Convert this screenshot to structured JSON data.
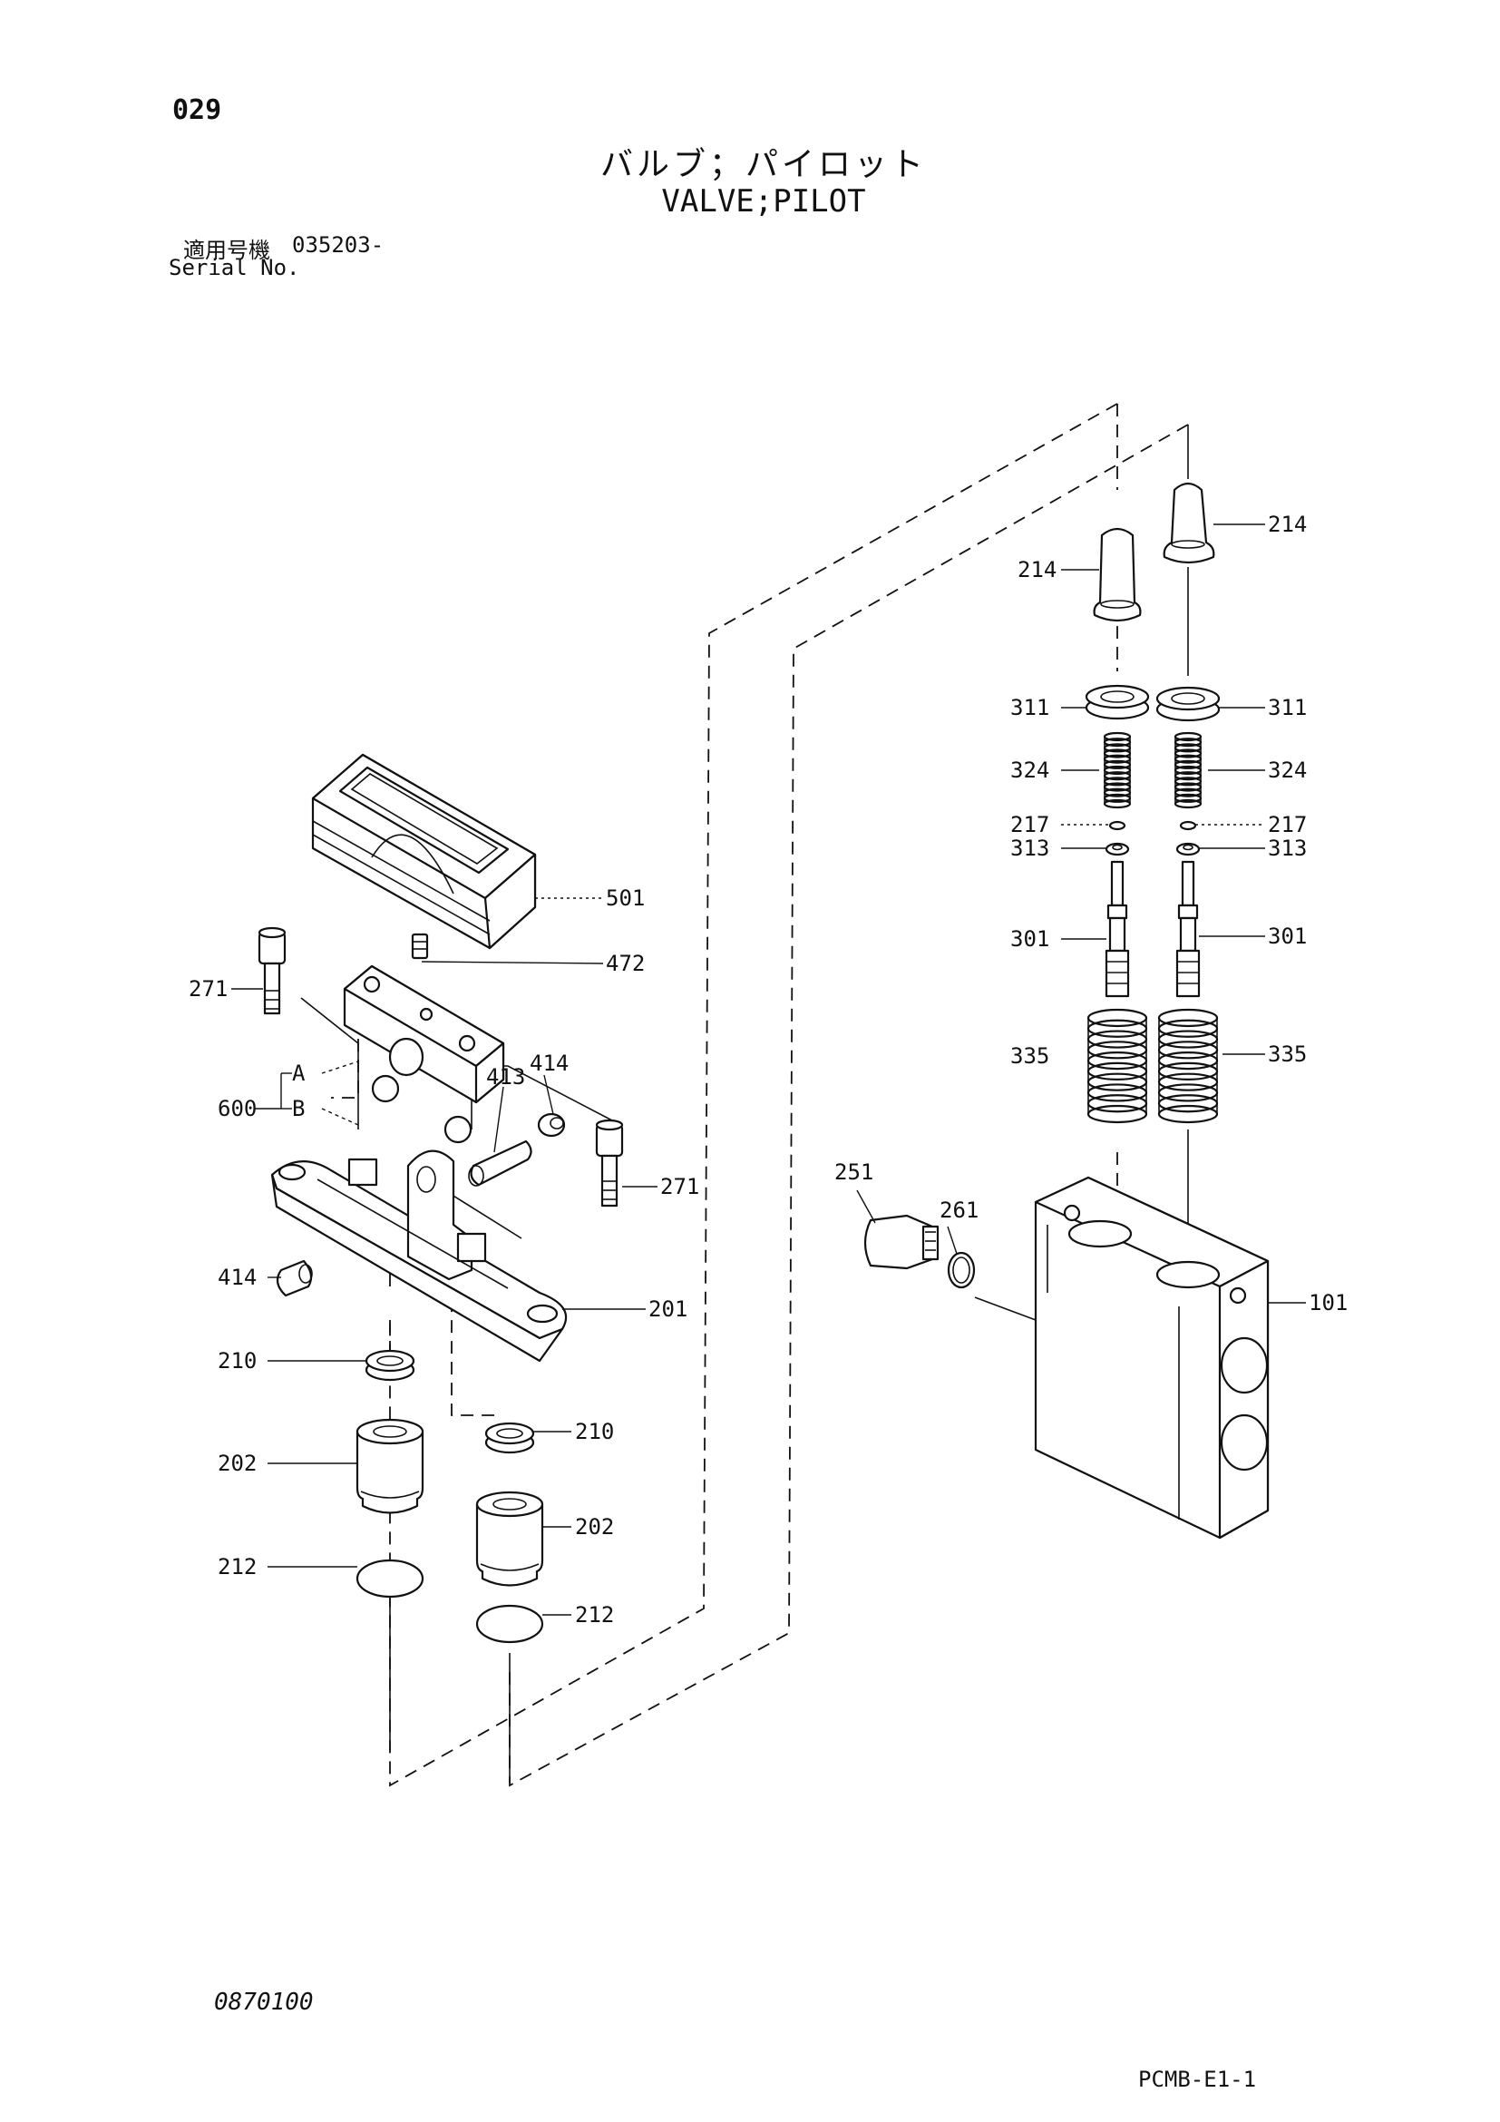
{
  "header": {
    "page_number": "029",
    "title_jp": "バルブ；パイロット",
    "title_en": "VALVE;PILOT",
    "serial_label_jp": "適用号機",
    "serial_value": "035203-",
    "serial_label_en": "Serial No."
  },
  "footer": {
    "drawing_code": "0870100",
    "catalog_code": "PCMB-E1-1"
  },
  "callouts": {
    "p214_right": "214",
    "p214_left": "214",
    "p311_left": "311",
    "p311_right": "311",
    "p324_left": "324",
    "p324_right": "324",
    "p217_left": "217",
    "p217_right": "217",
    "p313_left": "313",
    "p313_right": "313",
    "p301_left": "301",
    "p301_right": "301",
    "p335_left": "335",
    "p335_right": "335",
    "p501": "501",
    "p472": "472",
    "p271_left": "271",
    "p271_right": "271",
    "sub_a": "A",
    "sub_b": "B",
    "p600": "600",
    "p414_top": "414",
    "p413": "413",
    "p414_left": "414",
    "p201": "201",
    "p251": "251",
    "p261": "261",
    "p101": "101",
    "p210_left": "210",
    "p210_right": "210",
    "p202_left": "202",
    "p202_right": "202",
    "p212_left": "212",
    "p212_right": "212"
  }
}
